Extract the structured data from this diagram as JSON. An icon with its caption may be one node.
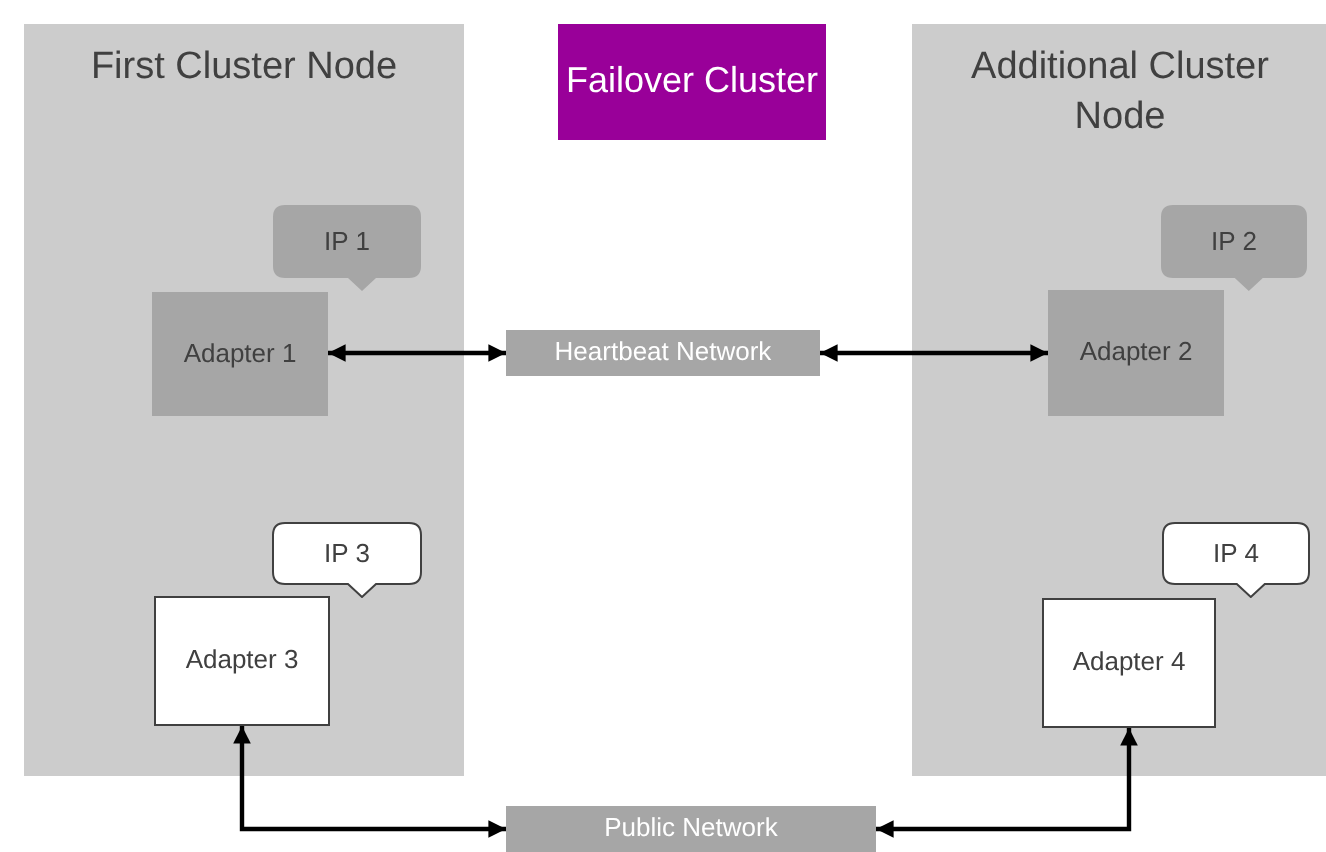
{
  "diagram": {
    "nodes": [
      {
        "text": [
          "First Cluster Node"
        ]
      },
      {
        "text": [
          "Failover Cluster"
        ]
      },
      {
        "text": [
          "Additional Cluster Node"
        ]
      },
      {
        "text": [
          "IP 1"
        ],
        "in": 0
      },
      {
        "text": [
          "Adapter 1"
        ],
        "in": 0
      },
      {
        "text": [
          "Heartbeat Network"
        ]
      },
      {
        "text": [
          "IP 2"
        ],
        "in": 2
      },
      {
        "text": [
          "Adapter 2"
        ],
        "in": 2
      },
      {
        "text": [
          "IP 3"
        ],
        "in": 0
      },
      {
        "text": [
          "Adapter 3"
        ],
        "in": 0
      },
      {
        "text": [
          "IP 4"
        ],
        "in": 2
      },
      {
        "text": [
          "Adapter 4"
        ],
        "in": 2
      },
      {
        "text": [
          "Public Network"
        ]
      }
    ],
    "edges": [
      {
        "from": 4,
        "to": 5,
        "arrow": "both"
      },
      {
        "from": 5,
        "to": 7,
        "arrow": "both"
      },
      {
        "from": 9,
        "to": 12,
        "arrow": "both"
      },
      {
        "from": 11,
        "to": 12,
        "arrow": "both"
      }
    ]
  }
}
